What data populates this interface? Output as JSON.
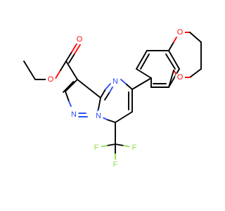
{
  "colors": {
    "background": "#ffffff",
    "carbon_bond": "#000000",
    "oxygen": "#ff0d0d",
    "nitrogen": "#3050f8",
    "fluorine": "#90e050"
  },
  "atoms": {
    "o_carbonyl": "O",
    "o_ester": "O",
    "n_pyrimidine": "N",
    "n_bridge": "N",
    "n_pyrazole": "N",
    "o_dioxane_top": "O",
    "o_dioxane_bottom": "O",
    "f_left": "F",
    "f_bottom": "F",
    "f_right": "F"
  }
}
